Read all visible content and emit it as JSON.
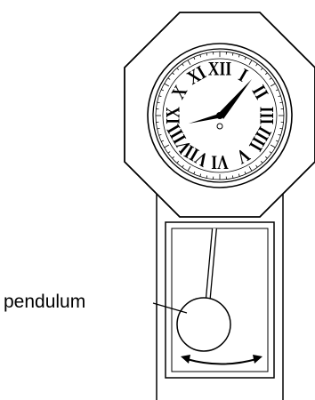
{
  "diagram": {
    "pendulum_label": "pendulum",
    "clock_numerals": [
      "XII",
      "I",
      "II",
      "III",
      "IIII",
      "V",
      "VI",
      "VII",
      "VIII",
      "IX",
      "X",
      "XI"
    ],
    "hands": {
      "hour": 8,
      "minute": 7
    },
    "motion": "swinging left and right"
  }
}
